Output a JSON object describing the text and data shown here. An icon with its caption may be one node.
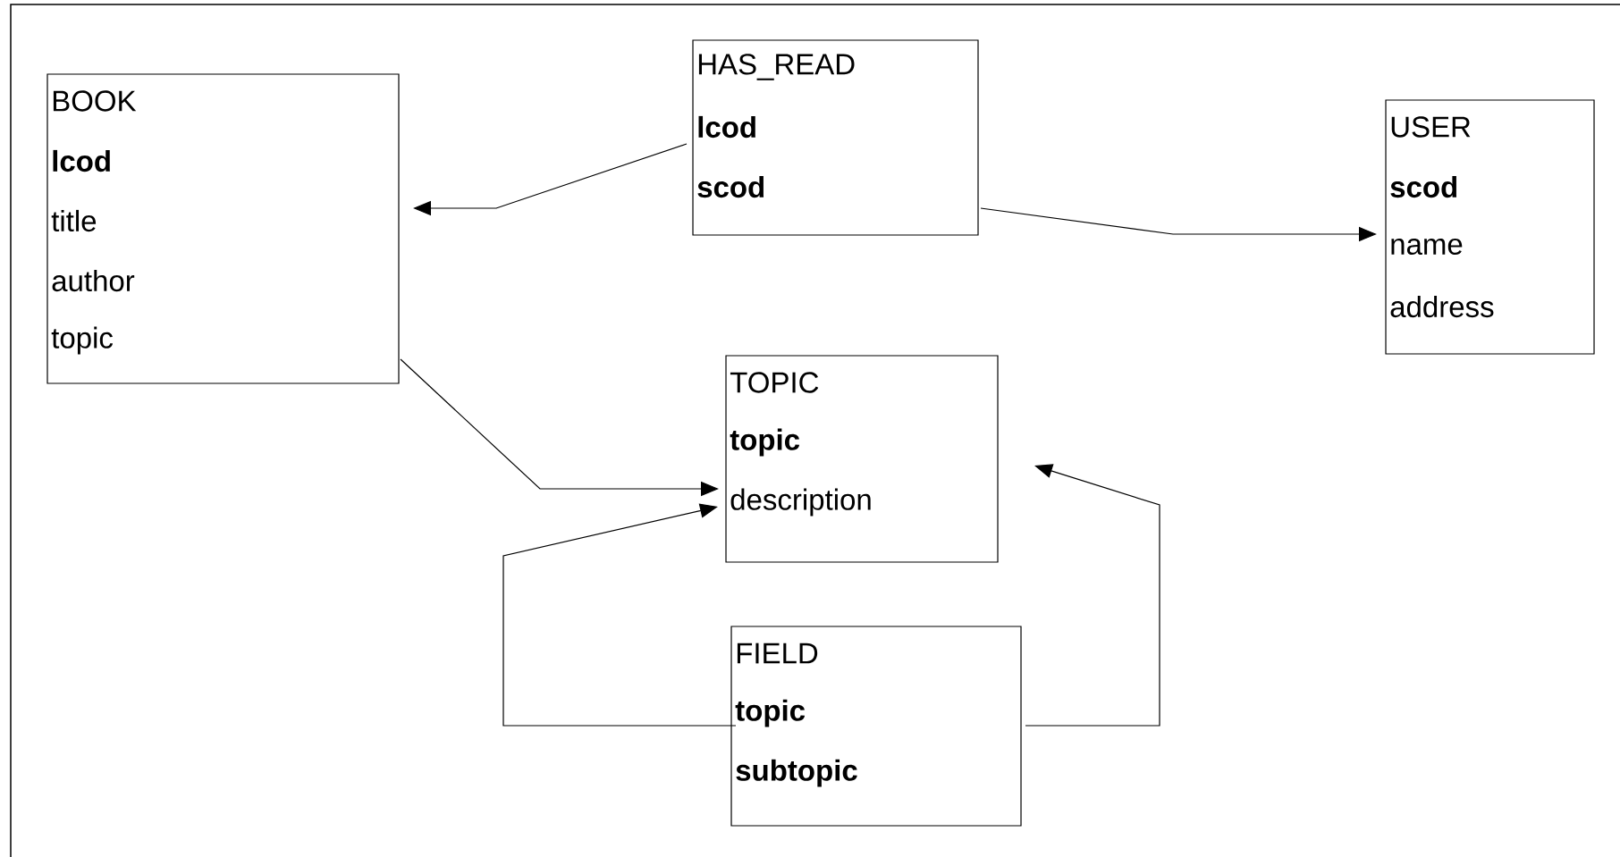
{
  "diagram": {
    "nodes": [
      {
        "text": [
          "BOOK",
          "lcod",
          "title",
          "author",
          "topic"
        ]
      },
      {
        "text": [
          "HAS_READ",
          "lcod",
          "scod"
        ]
      },
      {
        "text": [
          "USER",
          "scod",
          "name",
          "address"
        ]
      },
      {
        "text": [
          "TOPIC",
          "topic",
          "description"
        ]
      },
      {
        "text": [
          "FIELD",
          "topic",
          "subtopic"
        ]
      }
    ],
    "edges": [
      {
        "from": 1,
        "to": 0,
        "arrow": "to"
      },
      {
        "from": 1,
        "to": 2,
        "arrow": "to"
      },
      {
        "from": 0,
        "to": 3,
        "arrow": "to"
      },
      {
        "from": 4,
        "to": 3,
        "arrow": "to"
      },
      {
        "from": 4,
        "to": 3,
        "arrow": "to"
      }
    ]
  }
}
